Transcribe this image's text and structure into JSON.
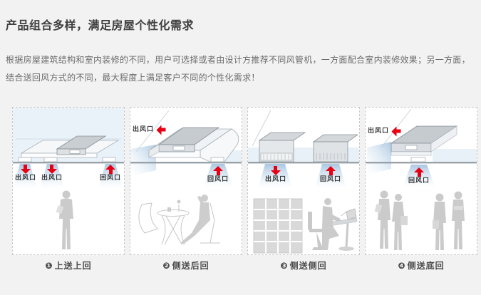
{
  "header": {
    "title": "产品组合多样，满足房屋个性化需求"
  },
  "intro": {
    "text": "根据房屋建筑结构和室内装修的不同，用户可选择或者由设计方推荐不同风管机，一方面配合室内装修效果；另一方面，结合送回风方式的不同，最大程度上满足客户不同的个性化需求！"
  },
  "panels": [
    {
      "number": "❶",
      "caption": "上送上回",
      "vents": [
        {
          "label": "出风口",
          "direction": "down"
        },
        {
          "label": "出风口",
          "direction": "down"
        },
        {
          "label": "回风口",
          "direction": "up"
        }
      ]
    },
    {
      "number": "❷",
      "caption": "侧送后回",
      "vents": [
        {
          "label": "出风口",
          "direction": "left"
        },
        {
          "label": "回风口",
          "direction": "up"
        }
      ]
    },
    {
      "number": "❸",
      "caption": "侧送侧回",
      "vents": [
        {
          "label": "出风口",
          "direction": "down"
        },
        {
          "label": "回风口",
          "direction": "up"
        }
      ]
    },
    {
      "number": "❹",
      "caption": "侧送底回",
      "vents": [
        {
          "label": "出风口",
          "direction": "left"
        },
        {
          "label": "回风口",
          "direction": "up"
        }
      ]
    }
  ],
  "colors": {
    "accent_red": "#e60012",
    "background": "#f2f2f2",
    "panel_background": "#ffffff",
    "panel_border": "#c9c9c9",
    "flow_blue": "#a9c7e2",
    "ceiling_gray": "#9aa2a9",
    "title_text": "#3f3f3f",
    "body_text": "#6b6b6b",
    "caption_text": "#4a4a4a",
    "figure_gray": "#cbcbcb"
  }
}
